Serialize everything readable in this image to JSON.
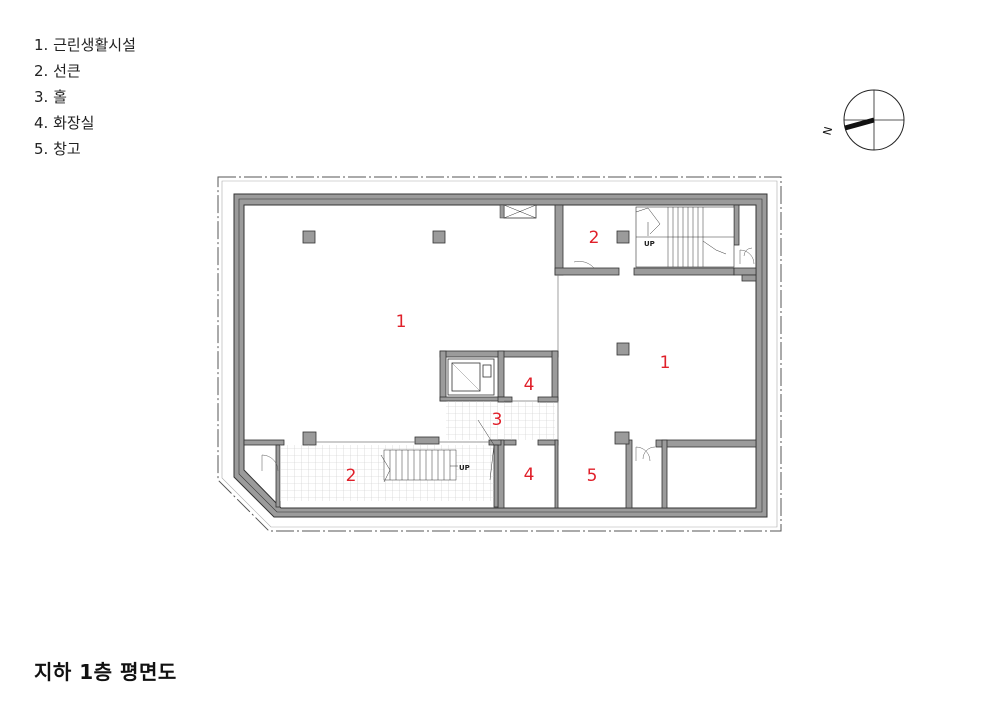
{
  "legend": [
    "1. 근린생활시설",
    "2. 선큰",
    "3. 홀",
    "4. 화장실",
    "5. 창고"
  ],
  "title": "지하 1층 평면도",
  "room_labels": {
    "r1a": "1",
    "r1b": "1",
    "r2a": "2",
    "r2b": "2",
    "r3": "3",
    "r4a": "4",
    "r4b": "4",
    "r5": "5"
  },
  "stair_labels": {
    "up_top": "UP",
    "up_bottom": "UP"
  },
  "compass_letter": "N",
  "colors": {
    "wall_fill": "#9b9b9b",
    "wall_stroke": "#333333",
    "label_red": "#e0202a",
    "paving_grid": "#c8c8c8"
  }
}
